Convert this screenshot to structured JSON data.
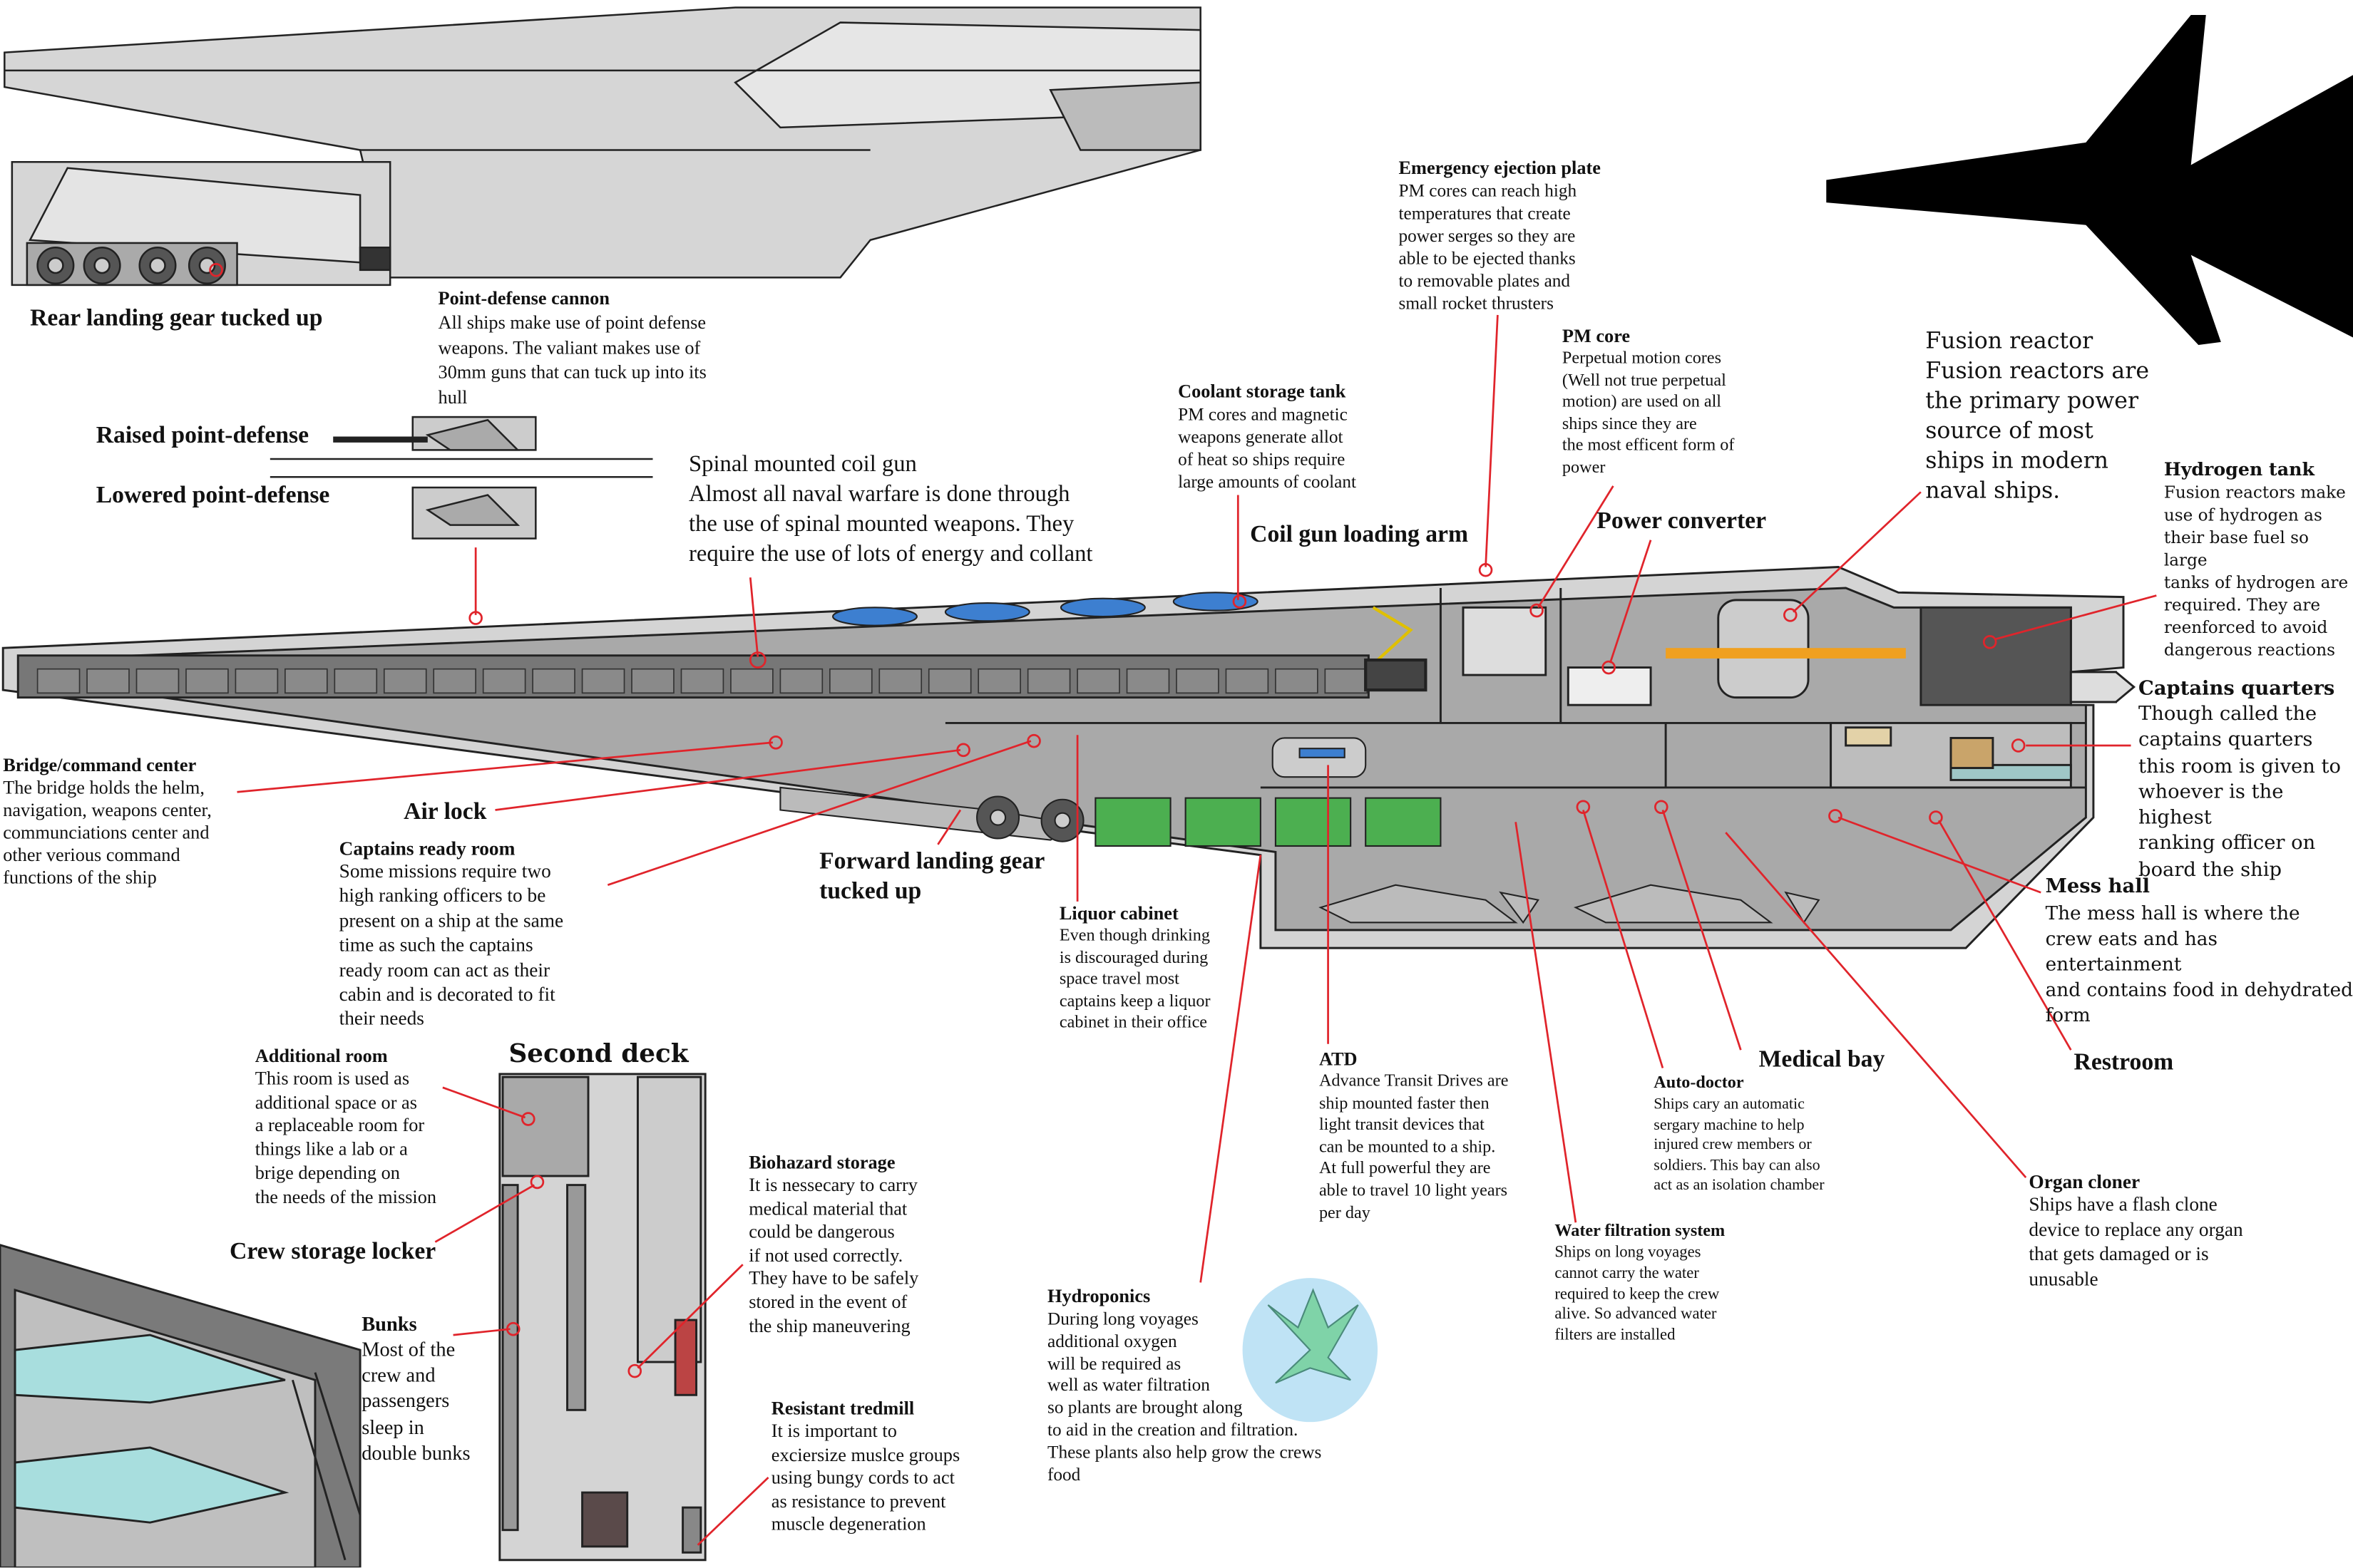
{
  "colors": {
    "hull": "#d4d4d4",
    "interior": "#a9a9a9",
    "dark": "#5a5a5a",
    "leader": "#e0242b",
    "coolant": "#3d7fd0",
    "plants": "#4caf50",
    "fuel": "#f0a020",
    "silhouette": "#000000"
  },
  "labels": {
    "rear_landing_gear": "Rear landing gear tucked up",
    "raised_pd": "Raised point-defense",
    "lowered_pd": "Lowered point-defense",
    "coil_gun_arm": "Coil gun loading arm",
    "power_converter": "Power converter",
    "air_lock": "Air lock",
    "forward_landing_gear": "Forward landing gear\ntucked up",
    "medical_bay": "Medical bay",
    "restroom": "Restroom",
    "second_deck": "Second deck",
    "crew_storage_locker": "Crew storage locker"
  },
  "annotations": {
    "point_defense": {
      "title": "Point-defense cannon",
      "body": "All ships make use of point defense\nweapons. The valiant makes use of\n30mm guns that can tuck up into its\nhull"
    },
    "spinal_gun": {
      "title": "Spinal mounted coil gun",
      "body": "Almost all naval warfare is done through\nthe use of spinal mounted weapons. They\nrequire the use of lots of energy and collant"
    },
    "coolant": {
      "title": "Coolant storage tank",
      "body": "PM cores and magnetic\nweapons generate allot\nof heat so ships require\nlarge amounts of coolant"
    },
    "ejection": {
      "title": "Emergency ejection plate",
      "body": "PM cores can reach high\ntemperatures that create\npower serges so they are\nable to be ejected thanks\nto removable plates and\nsmall rocket thrusters"
    },
    "pm_core": {
      "title": "PM core",
      "body": "Perpetual motion cores\n(Well not true perpetual\nmotion) are used on all\nships since they are\nthe most efficent form of\npower"
    },
    "fusion": {
      "title": "Fusion reactor",
      "body": "Fusion reactors are\nthe primary power\nsource of most\nships in modern\nnaval ships."
    },
    "hydrogen": {
      "title": "Hydrogen tank",
      "body": "Fusion reactors make\nuse of hydrogen as\ntheir base fuel so large\ntanks of hydrogen are\nrequired. They are\nreenforced to avoid\ndangerous reactions"
    },
    "captains_quarters": {
      "title": "Captains quarters",
      "body": "Though called the\ncaptains quarters\nthis room is given to\nwhoever is the highest\nranking officer on\nboard the ship"
    },
    "bridge": {
      "title": "Bridge/command center",
      "body": "The bridge holds the helm,\nnavigation, weapons center,\ncommunciations center and\nother verious command\nfunctions of the ship"
    },
    "ready_room": {
      "title": "Captains ready room",
      "body": "Some missions require two\nhigh ranking officers to be\npresent on a ship at the same\ntime as such the captains\nready room can act as their\ncabin and is decorated to fit\ntheir needs"
    },
    "liquor": {
      "title": "Liquor cabinet",
      "body": "Even though drinking\nis discouraged during\nspace travel most\ncaptains keep a liquor\ncabinet in their office"
    },
    "atd": {
      "title": "ATD",
      "body": "Advance Transit Drives are\nship mounted faster then\nlight transit devices that\ncan be mounted to a ship.\nAt full powerful they are\nable to travel 10 light years\nper day"
    },
    "auto_doctor": {
      "title": "Auto-doctor",
      "body": "Ships cary an automatic\nsergary machine to help\ninjured crew members or\nsoldiers. This bay can also\nact as an isolation chamber"
    },
    "mess_hall": {
      "title": "Mess hall",
      "body": "The mess hall is where the\ncrew eats and has entertainment\nand contains food in dehydrated\nform"
    },
    "organ_cloner": {
      "title": "Organ cloner",
      "body": "Ships have a flash clone\ndevice to replace any organ\nthat gets damaged or is\nunusable"
    },
    "water": {
      "title": "Water filtration system",
      "body": "Ships on long voyages\ncannot carry the water\nrequired to keep the crew\nalive. So advanced water\nfilters are installed"
    },
    "hydroponics": {
      "title": "Hydroponics",
      "body": "During long voyages\nadditional oxygen\nwill be required as\nwell as water filtration\nso plants are brought along\nto aid in the creation and filtration.\nThese plants also help grow the crews\nfood"
    },
    "additional_room": {
      "title": "Additional room",
      "body": "This room is used as\nadditional space or as\na replaceable room for\nthings like a lab or a\nbrige depending on\nthe needs of the mission"
    },
    "bunks": {
      "title": "Bunks",
      "body": "Most of the\ncrew and\npassengers\nsleep in\ndouble bunks"
    },
    "biohazard": {
      "title": "Biohazard storage",
      "body": "It is nessecary to carry\nmedical material that\ncould be dangerous\nif not used correctly.\nThey have to be safely\nstored in the event of\nthe ship maneuvering"
    },
    "treadmill": {
      "title": "Resistant tredmill",
      "body": "It is important to\nexciersize muslce groups\nusing bungy cords to act\nas resistance to prevent\nmuscle degeneration"
    }
  }
}
